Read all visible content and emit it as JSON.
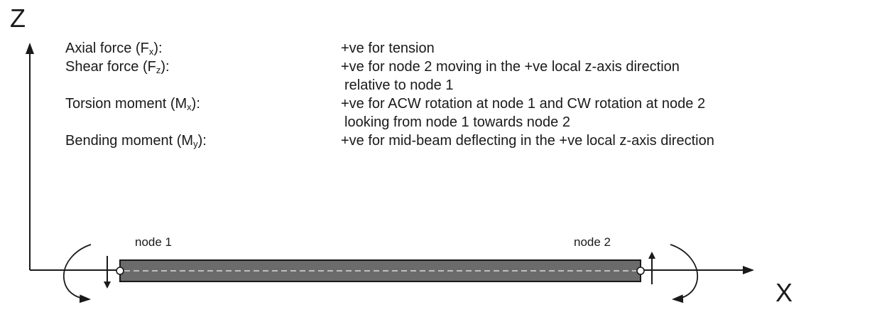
{
  "axes": {
    "z_label": "Z",
    "x_label": "X"
  },
  "conventions": [
    {
      "name": "Axial force (F",
      "sub": "x",
      "suffix": "):",
      "lines": [
        "+ve for tension"
      ]
    },
    {
      "name": "Shear force (F",
      "sub": "z",
      "suffix": "):",
      "lines": [
        "+ve for node 2 moving in the +ve local z-axis direction",
        "relative to node 1"
      ]
    },
    {
      "name": "Torsion moment (M",
      "sub": "x",
      "suffix": "):",
      "lines": [
        "+ve for ACW rotation at node 1 and CW rotation at node 2",
        "looking from node 1 towards node 2"
      ]
    },
    {
      "name": "Bending moment (M",
      "sub": "y",
      "suffix": "):",
      "lines": [
        "+ve for mid-beam deflecting in the +ve local z-axis direction"
      ]
    }
  ],
  "nodes": {
    "node1_label": "node 1",
    "node2_label": "node 2"
  },
  "colors": {
    "beam_fill": "#6b6b6b",
    "stroke": "#1a1a1a",
    "centerline": "#d9d9d9"
  }
}
